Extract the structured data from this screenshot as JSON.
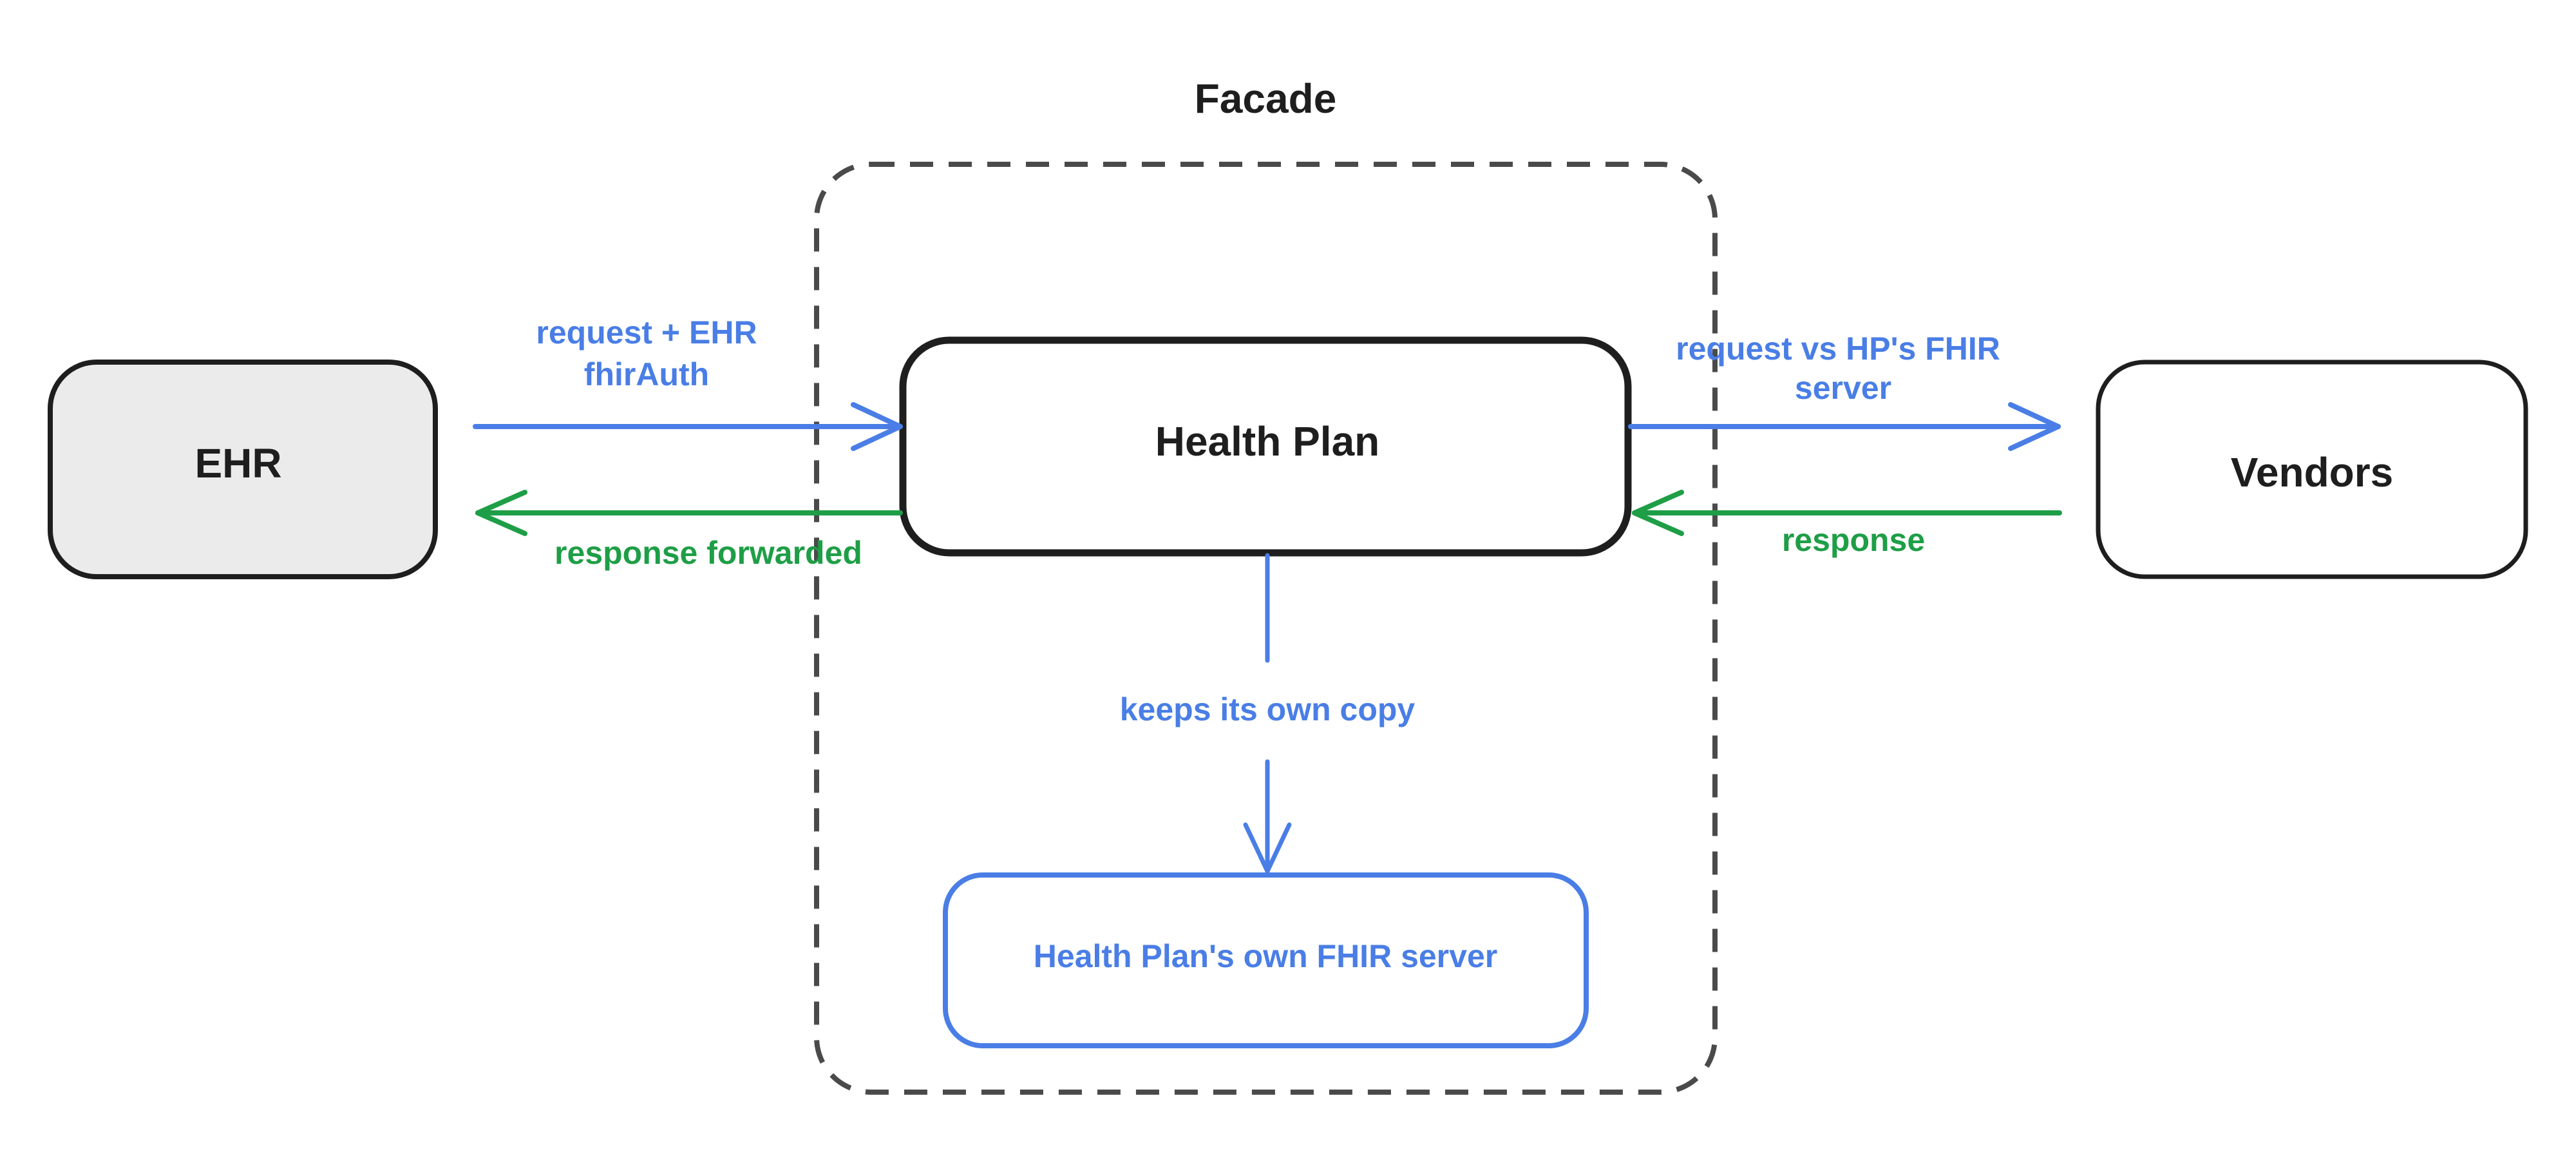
{
  "diagram": {
    "frame": {
      "title": "Facade"
    },
    "nodes": {
      "ehr": {
        "label": "EHR"
      },
      "health_plan": {
        "label": "Health Plan"
      },
      "vendors": {
        "label": "Vendors"
      },
      "hp_fhir": {
        "label": "Health Plan's own FHIR server"
      }
    },
    "edges": {
      "ehr_to_hp": {
        "line1": "request + EHR",
        "line2": "fhirAuth"
      },
      "hp_to_ehr": {
        "label": "response forwarded"
      },
      "hp_to_vendors": {
        "line1": "request vs HP's FHIR",
        "line2": "server"
      },
      "vendors_to_hp": {
        "label": "response"
      },
      "hp_to_fhir": {
        "label": "keeps its own copy"
      }
    }
  },
  "colors": {
    "stroke_dark": "#1e1e1e",
    "frame_dashed": "#4a4a4a",
    "blue": "#4a7ee6",
    "green": "#1e9e46",
    "ehr_fill": "#ebebeb"
  }
}
